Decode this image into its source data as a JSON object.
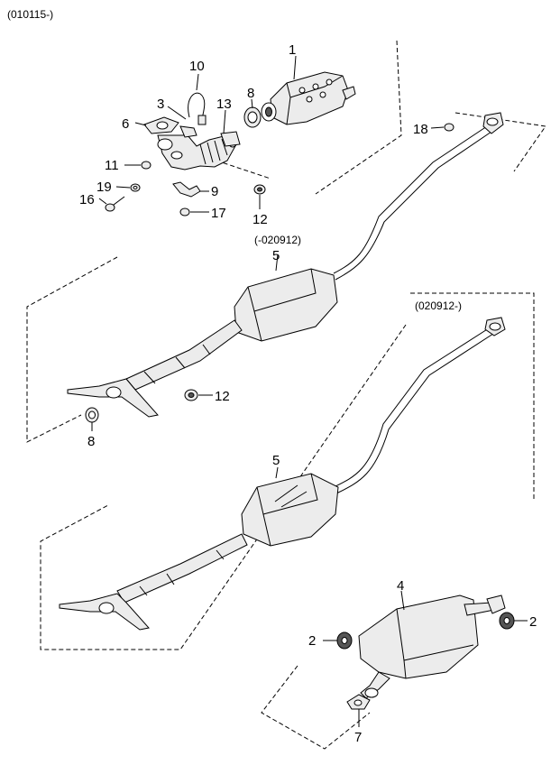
{
  "notes": {
    "top_date": "(010115-)",
    "upper_assembly_date": "(-020912)",
    "lower_assembly_date": "(020912-)"
  },
  "callouts": {
    "c1": "1",
    "c10": "10",
    "c3": "3",
    "c13": "13",
    "c8_top": "8",
    "c6": "6",
    "c18": "18",
    "c11": "11",
    "c19": "19",
    "c16": "16",
    "c9": "9",
    "c17": "17",
    "c12_top": "12",
    "c5_upper": "5",
    "c12_mid": "12",
    "c8_mid": "8",
    "c5_lower": "5",
    "c4": "4",
    "c2_left": "2",
    "c2_right": "2",
    "c7": "7"
  }
}
